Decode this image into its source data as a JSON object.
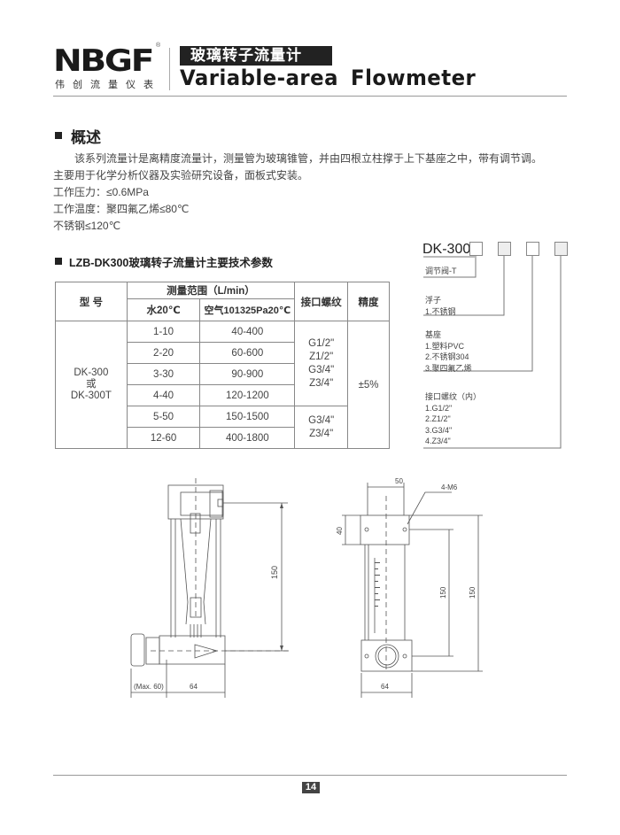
{
  "header": {
    "logo_text": "NBGF",
    "logo_subtitle": "伟创流量仪表",
    "title_cn": "玻璃转子流量计",
    "title_en": "Variable-area Flowmeter"
  },
  "overview": {
    "heading": "概述",
    "lines": [
      "该系列流量计是离精度流量计，测量管为玻璃锥管，并由四根立柱撑于上下基座之中，带有调节调。",
      "主要用于化学分析仪器及实验研究设备，面板式安装。",
      "工作压力：≤0.6MPa",
      "工作温度：聚四氟乙烯≤80℃",
      "不锈钢≤120℃"
    ]
  },
  "specs": {
    "heading": "LZB-DK300玻璃转子流量计主要技术参数",
    "headers": {
      "model": "型  号",
      "range": "测量范围（L/min）",
      "water": "水20℃",
      "air": "空气101325Pa20℃",
      "thread": "接口螺纹",
      "accuracy": "精度"
    },
    "model": [
      "DK-300",
      "或",
      "DK-300T"
    ],
    "rows": [
      {
        "water": "1-10",
        "air": "40-400"
      },
      {
        "water": "2-20",
        "air": "60-600"
      },
      {
        "water": "3-30",
        "air": "90-900"
      },
      {
        "water": "4-40",
        "air": "120-1200"
      },
      {
        "water": "5-50",
        "air": "150-1500"
      },
      {
        "water": "12-60",
        "air": "400-1800"
      }
    ],
    "threads_a": [
      "G1/2\"",
      "Z1/2\"",
      "G3/4\"",
      "Z3/4\""
    ],
    "threads_b": [
      "G3/4\"",
      "Z3/4\""
    ],
    "accuracy": "±5%"
  },
  "model_code": {
    "prefix": "DK-300",
    "valve": "调节阀-T",
    "float": {
      "title": "浮子",
      "options": [
        "1.不锈钢"
      ]
    },
    "base": {
      "title": "基座",
      "options": [
        "1.塑料PVC",
        "2.不锈钢304",
        "3.聚四氟乙烯"
      ]
    },
    "thread": {
      "title": "接口螺纹（内）",
      "options": [
        "1.G1/2\"",
        "2.Z1/2\"",
        "3.G3/4\"",
        "4.Z3/4\""
      ]
    }
  },
  "drawings": {
    "front": {
      "height": "150",
      "width": "64",
      "max": "(Max. 60)"
    },
    "side": {
      "top": "50",
      "block": "40",
      "inner": "150",
      "outer": "150",
      "width": "64",
      "holes": "4-M6"
    }
  },
  "footer": {
    "page_number": "14"
  }
}
